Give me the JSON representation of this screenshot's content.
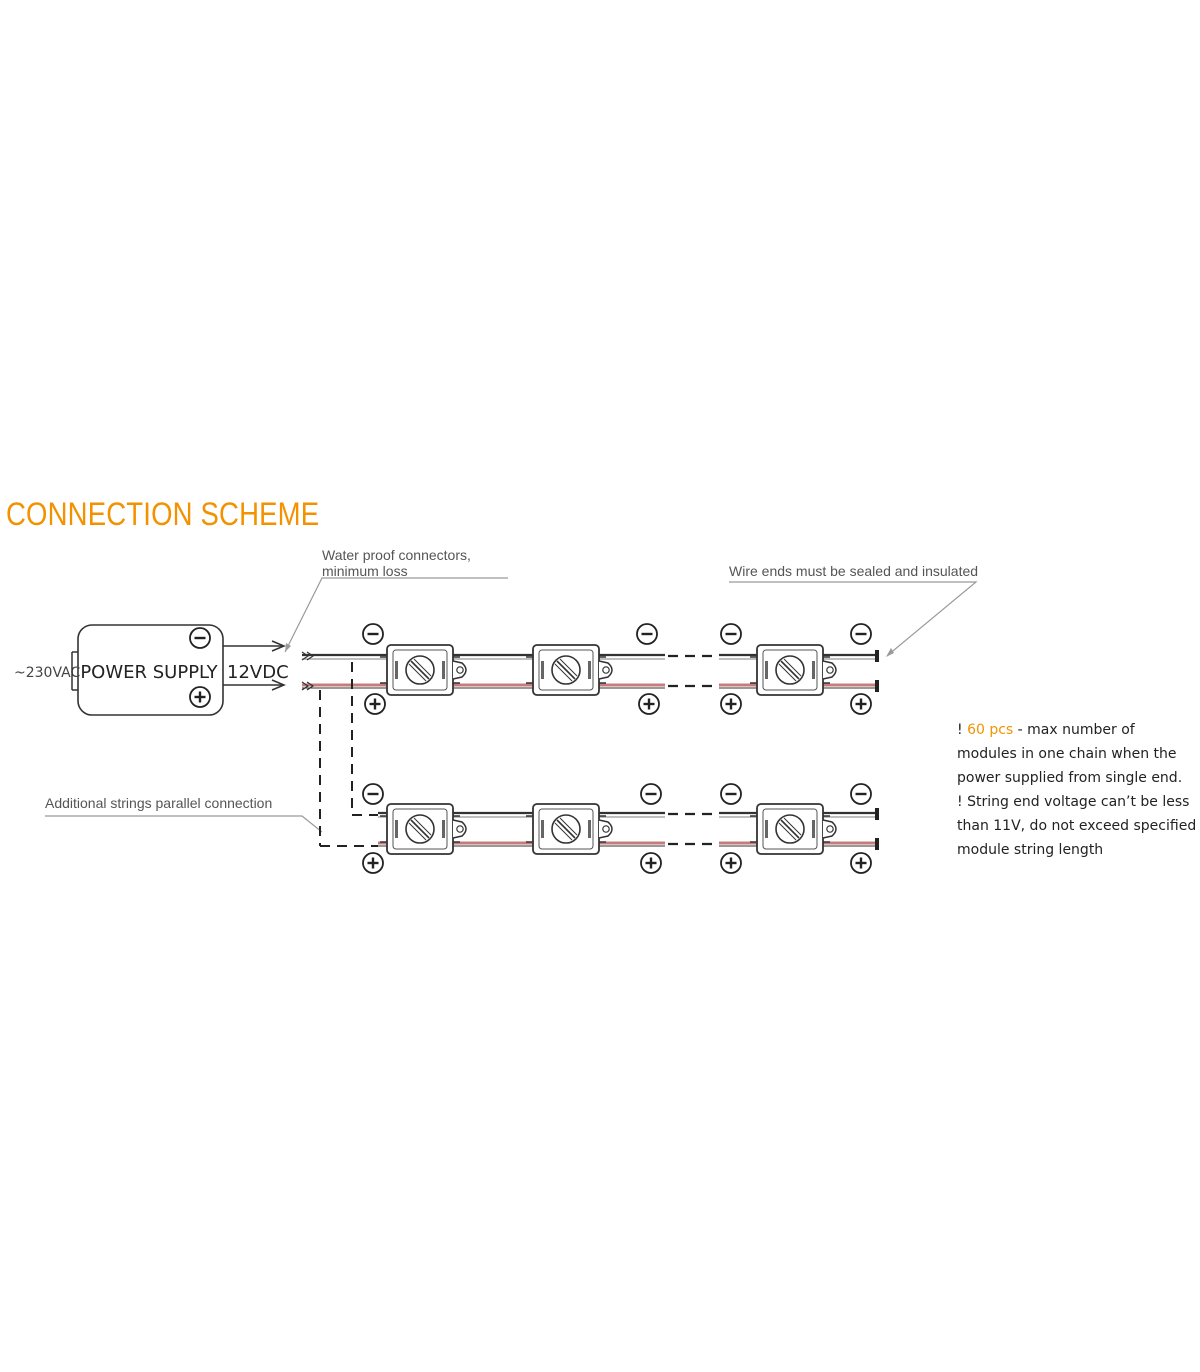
{
  "title": "CONNECTION SCHEME",
  "colors": {
    "accent": "#f39200",
    "line": "#333333",
    "callout": "#9a9a9a",
    "red_wire": "#c87b7b"
  },
  "callouts": {
    "waterproof_line1": "Water proof connectors,",
    "waterproof_line2": "minimum loss",
    "wire_ends": "Wire ends must be sealed and insulated",
    "additional": "Additional strings parallel connection"
  },
  "power_supply": {
    "input": "~230VAC",
    "label": "POWER SUPPLY",
    "output": "12VDC"
  },
  "polarity": {
    "minus": "minus-symbol",
    "plus": "plus-symbol"
  },
  "notes": {
    "note1_prefix": "! ",
    "note1_highlight": "60 pcs",
    "note1_rest": " - max number of modules in one chain when the power supplied from single end.",
    "note2": "! String end voltage can’t be less than 11V, do not exceed specified module string length"
  }
}
